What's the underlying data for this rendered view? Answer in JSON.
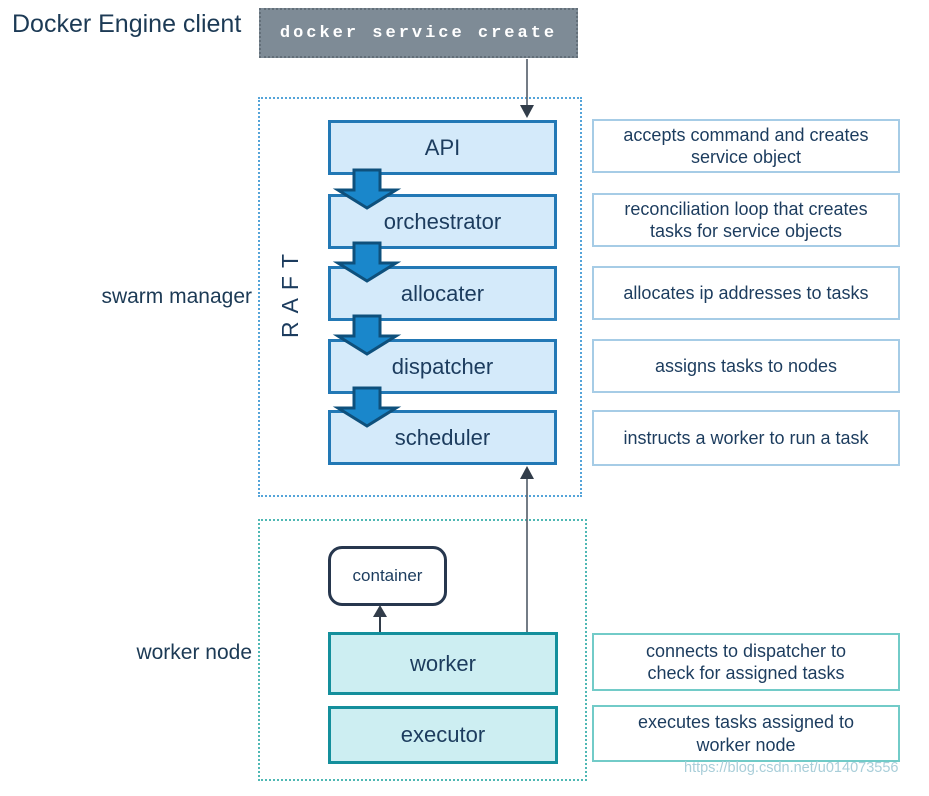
{
  "client": {
    "label": "Docker Engine client",
    "command": "docker service create"
  },
  "swarm_manager": {
    "label": "swarm manager",
    "raft_label": "RAFT",
    "nodes": [
      {
        "label": "API"
      },
      {
        "label": "orchestrator"
      },
      {
        "label": "allocater"
      },
      {
        "label": "dispatcher"
      },
      {
        "label": "scheduler"
      }
    ],
    "annotations": [
      {
        "text": "accepts command and creates\nservice object"
      },
      {
        "text": "reconciliation loop that creates\ntasks for service objects"
      },
      {
        "text": "allocates ip addresses to tasks"
      },
      {
        "text": "assigns tasks to nodes"
      },
      {
        "text": "instructs a worker to run a task"
      }
    ]
  },
  "worker_node": {
    "label": "worker node",
    "container_label": "container",
    "nodes": [
      {
        "label": "worker"
      },
      {
        "label": "executor"
      }
    ],
    "annotations": [
      {
        "text": "connects to dispatcher to\ncheck for assigned tasks"
      },
      {
        "text": "executes tasks assigned to\nworker node"
      }
    ]
  },
  "watermark": "https://blog.csdn.net/u014073556",
  "colors": {
    "text_navy": "#1c3c5e",
    "node_fill": "#d4eafa",
    "node_border": "#2278b5",
    "fat_arrow_fill": "#1a87cb",
    "fat_arrow_border": "#0e507c",
    "swarm_dashed_border": "#55a4d9",
    "worker_dashed_border": "#4fb8b4",
    "teal_node_fill": "#cdeef2",
    "teal_node_border": "#148f9c",
    "command_box_fill": "#7e8b96",
    "annotation_border_blue": "#a6cce6",
    "annotation_border_teal": "#72cbc8",
    "watermark_color": "#a9ced9"
  }
}
